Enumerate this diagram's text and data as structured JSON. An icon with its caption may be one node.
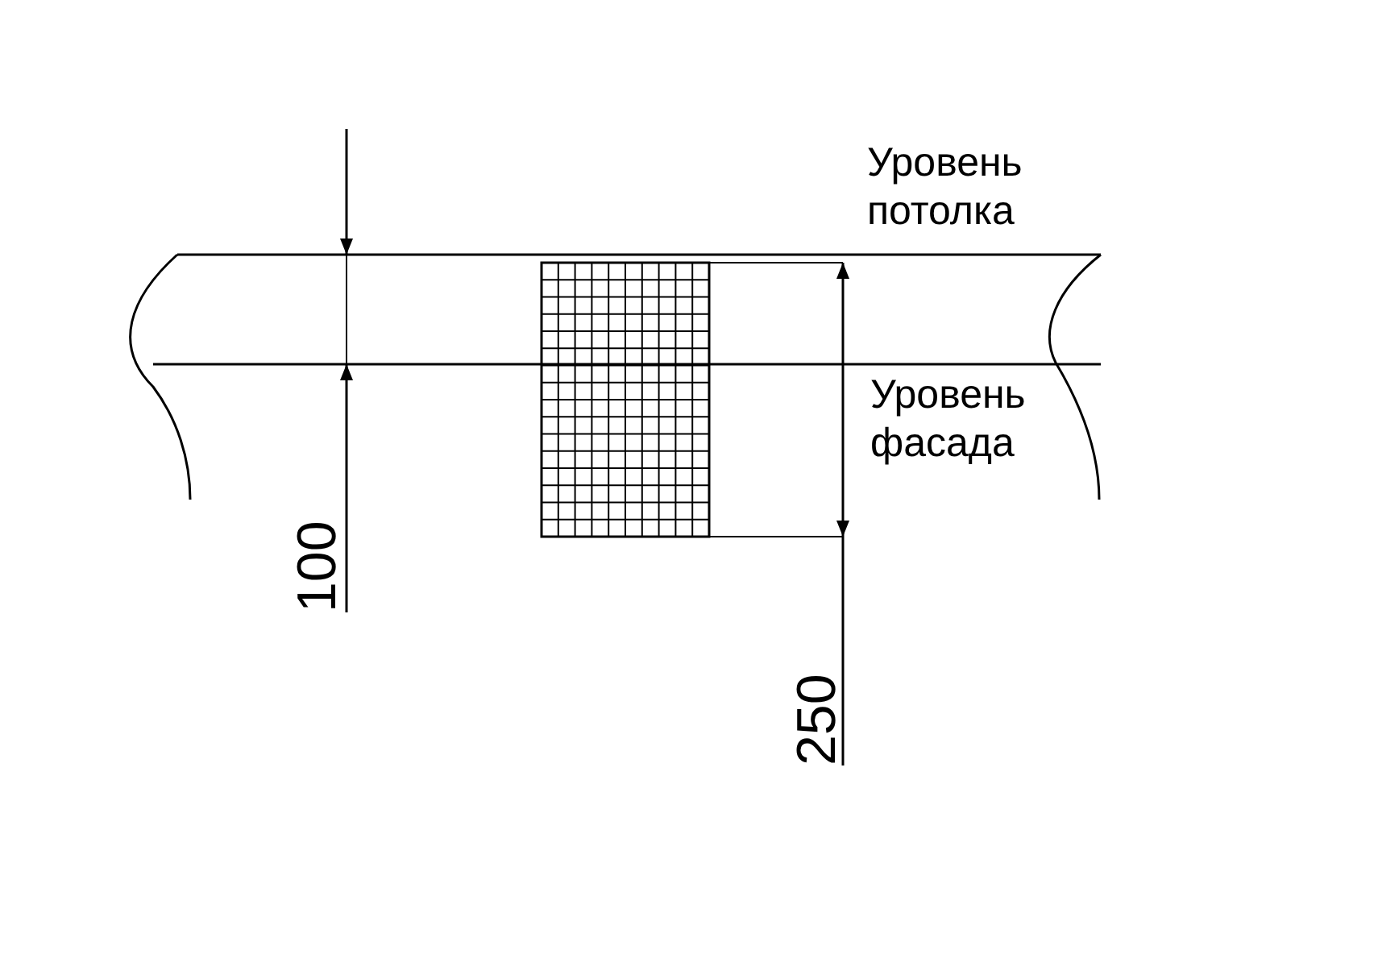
{
  "diagram": {
    "labels": [
      "Уровень потолка",
      "Уровень фасада",
      "100",
      "250"
    ]
  }
}
